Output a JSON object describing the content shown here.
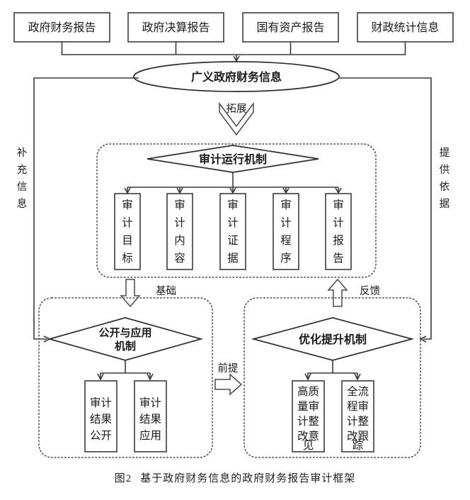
{
  "figure": {
    "caption_number": "图2",
    "caption_title": "基于政府财务信息的政府财务报告审计框架"
  },
  "sources": {
    "items": [
      {
        "label": "政府财务报告"
      },
      {
        "label": "政府决算报告"
      },
      {
        "label": "国有资产报告"
      },
      {
        "label": "财政统计信息"
      }
    ]
  },
  "hub": {
    "label": "广义政府财务信息"
  },
  "flow_labels": {
    "expand": "拓展",
    "foundation": "基础",
    "feedback": "反馈",
    "premise": "前提"
  },
  "side_labels": {
    "left": "补充信息",
    "right": "提供依据"
  },
  "panels": {
    "operation": {
      "title": "审计运行机制",
      "items": [
        {
          "label": "审计目标"
        },
        {
          "label": "审计内容"
        },
        {
          "label": "审计证据"
        },
        {
          "label": "审计程序"
        },
        {
          "label": "审计报告"
        }
      ]
    },
    "disclosure": {
      "title_line1": "公开与应用",
      "title_line2": "机制",
      "items": [
        {
          "lines": [
            "审计",
            "结果",
            "公开"
          ]
        },
        {
          "lines": [
            "审计",
            "结果",
            "应用"
          ]
        }
      ]
    },
    "optimization": {
      "title": "优化提升机制",
      "items": [
        {
          "lines": [
            "高质",
            "量审",
            "计整",
            "改意",
            "见"
          ]
        },
        {
          "lines": [
            "全流",
            "程审",
            "计整",
            "改跟",
            "踪"
          ]
        }
      ]
    }
  },
  "colors": {
    "stroke": "#3a3a3a",
    "text": "#1a1a1a",
    "background": "#ffffff"
  }
}
